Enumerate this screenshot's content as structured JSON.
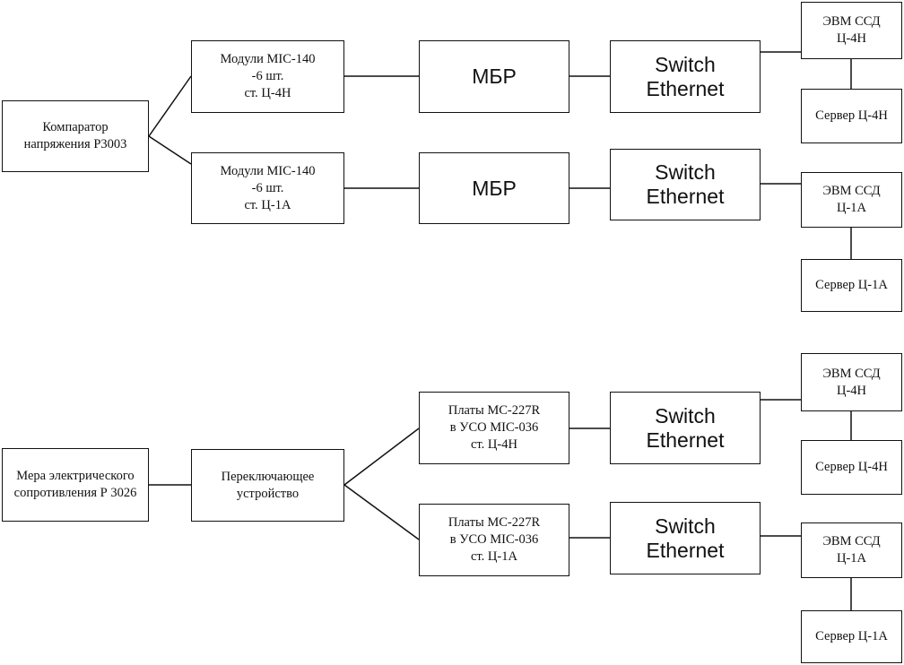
{
  "diagram": {
    "upper": {
      "comparator": "Компаратор\nнапряжения Р3003",
      "modules_1": "Модули MIC-140\n-6 шт.\nст. Ц-4Н",
      "modules_2": "Модули MIC-140\n-6 шт.\nст. Ц-1А",
      "mbr_1": "МБР",
      "mbr_2": "МБР",
      "switch_1": "Switch\nEthernet",
      "switch_2": "Switch\nEthernet",
      "evm_1": "ЭВМ ССД\nЦ-4Н",
      "server_1": "Сервер Ц-4Н",
      "evm_2": "ЭВМ ССД\nЦ-1А",
      "server_2": "Сервер Ц-1А"
    },
    "lower": {
      "measure": "Мера электрического\nсопротивления Р 3026",
      "switching_device": "Переключающее\nустройство",
      "plates_1": "Платы МС-227R\nв УСО MIC-036\nст. Ц-4Н",
      "plates_2": "Платы МС-227R\nв УСО MIC-036\nст. Ц-1А",
      "switch_3": "Switch\nEthernet",
      "switch_4": "Switch\nEthernet",
      "evm_3": "ЭВМ ССД\nЦ-4Н",
      "server_3": "Сервер Ц-4Н",
      "evm_4": "ЭВМ ССД\nЦ-1А",
      "server_4": "Сервер Ц-1А"
    }
  }
}
